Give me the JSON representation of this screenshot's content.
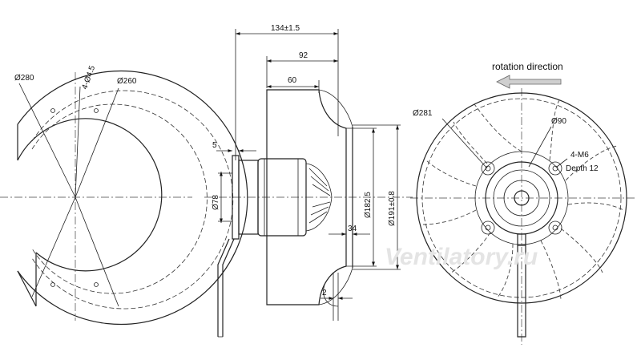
{
  "labels": {
    "left_d280": "Ø280",
    "left_holes": "4-Ø4.5",
    "left_d260": "Ø260",
    "side_134": "134±1.5",
    "side_92": "92",
    "side_60": "60",
    "side_5": "5",
    "side_d78": "Ø78",
    "side_34": "34",
    "side_2": "2",
    "side_d1825": "Ø182.5",
    "side_d191": "Ø191±0.8",
    "right_d281": "Ø281",
    "right_d90": "Ø90",
    "right_m6": "4-M6",
    "right_depth": "Depth 12"
  },
  "rotation": {
    "text": "rotation direction"
  },
  "watermark": {
    "text": "Ventilatory.ru"
  }
}
